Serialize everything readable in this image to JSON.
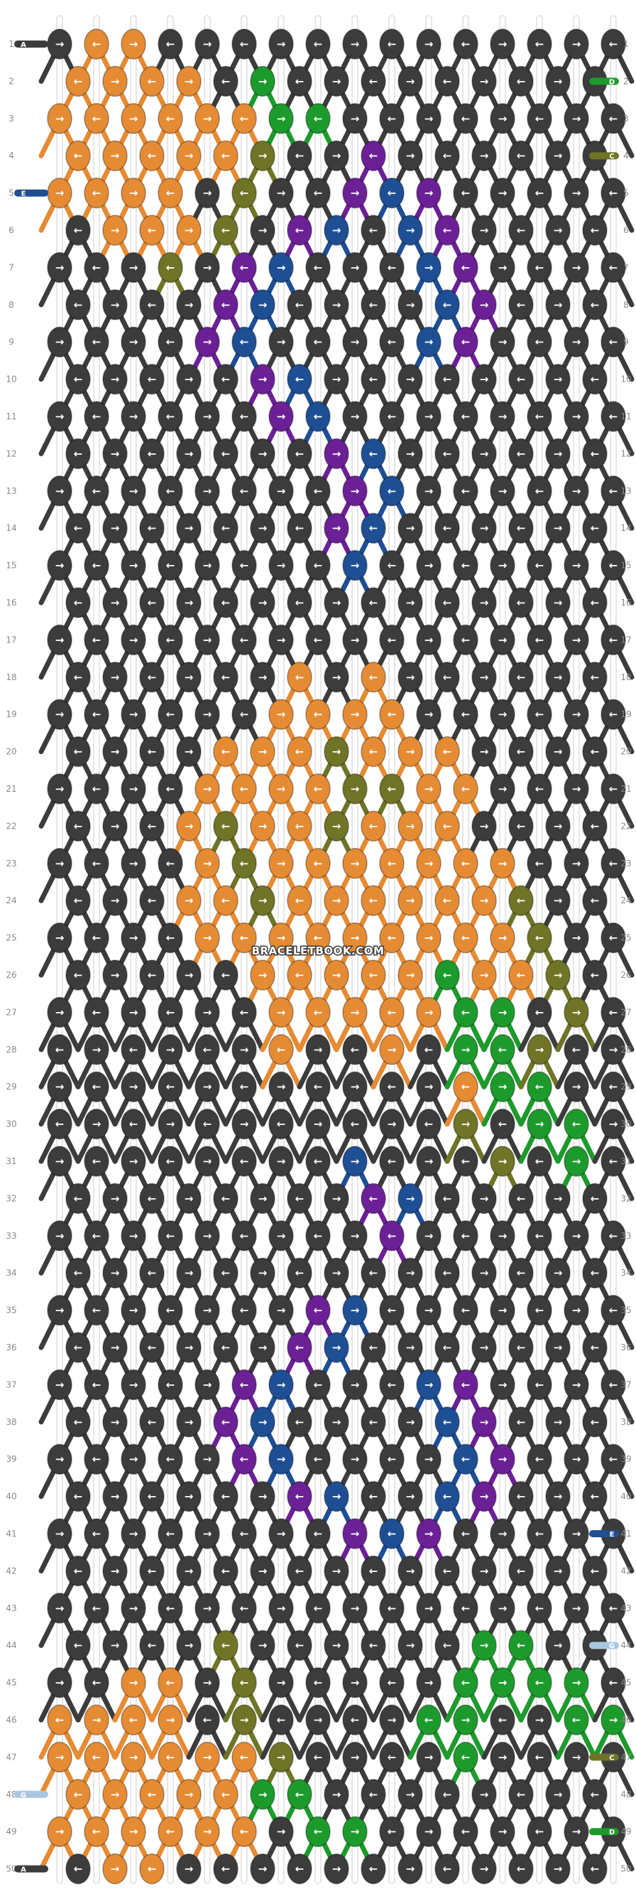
{
  "watermark": "BRACELETBOOK.COM",
  "rows": 50,
  "columns": 16,
  "colors": {
    "background_knot": "#3c3c3c",
    "orange": "#e58b34",
    "green": "#1d9a2c",
    "olive": "#6f7426",
    "purple": "#6c2096",
    "blue": "#1e4f94",
    "lightblue": "#a8c6e0"
  },
  "strand_markers_left": [
    {
      "row": 1,
      "letter": "A",
      "color": "background_knot"
    },
    {
      "row": 5,
      "letter": "E",
      "color": "blue"
    },
    {
      "row": 48,
      "letter": "G",
      "color": "lightblue"
    },
    {
      "row": 50,
      "letter": "A",
      "color": "background_knot"
    }
  ],
  "strand_markers_right": [
    {
      "row": 2,
      "letter": "D",
      "color": "green"
    },
    {
      "row": 4,
      "letter": "C",
      "color": "olive"
    },
    {
      "row": 41,
      "letter": "E",
      "color": "blue"
    },
    {
      "row": 44,
      "letter": "G",
      "color": "lightblue"
    },
    {
      "row": 47,
      "letter": "C",
      "color": "olive"
    },
    {
      "row": 49,
      "letter": "D",
      "color": "green"
    }
  ],
  "knot_rows": [
    "GOOGGGGGGGGGGGGG",
    "OOOOGLGGGGGGGGG",
    "OOOOOOLLGGGGGGGG",
    "OOOOOCGGPGGGGGG",
    "OOOOGCGGPBPGGGGG",
    "GOOOCGPBGBPGGGG",
    "GGGCGPBGGGBPGGGG",
    "GGGGPBGGGGBPGGG",
    "GGGGPBGGGGBPGGGG",
    "GGGGGPBGGGGGGGG",
    "GGGGGGPBGGGGGGGG",
    "GGGGGGGPBGGGGGG",
    "GGGGGGGGPBGGGGGG",
    "GGGGGGGPBGGGGGG",
    "GGGGGGGGBGGGGGGG",
    "GGGGGGGGGGGGGGG",
    "GGGGGGGGGGGGGGGG",
    "GGGGGGOGOGGGGGG",
    "GGGGGGOOOOGGGGGG",
    "GGGGOOOCOOOGGGG",
    "GGGGOOOOCCOOGGGG",
    "GGGOCOOCOOOGGGG",
    "GGGGOCOOOOOOOGGG",
    "GGGOOCOOOOOOCGG",
    "GGGGOOOOOOOOOCGG",
    "GGGGGOOOOOLOOCG",
    "GGGGGGOOOOOLLGCG",
    "GGGGGGOGGOGLLCGG",
    "GGGGGGGGGGGOLLGG",
    "GGGGGGGGGGGCGLLG",
    "GGGGGGGGBGGGCGLG",
    "GGGGGGGGPBGGGGG",
    "GGGGGGGGGPGGGGGG",
    "GGGGGGGGGGGGGGG",
    "GGGGGGGPBGGGGGGG",
    "GGGGGGPBGGGGGGG",
    "GGGGGPBGGGBPGGGG",
    "GGGGPBGGGGBPGGG",
    "GGGGGPBGGGGBPGGG",
    "GGGGGGPBGGBPGGG",
    "GGGGGGGGPBPGGGGG",
    "GGGGGGGGGGGGGGG",
    "GGGGGGGGGGGGGGGG",
    "GGGGCGGGGGGLLGG",
    "GGOOGCGGGGGLLLLG",
    "OOOOGCGGGGLLGGLL",
    "OOOOOOCGGGGLGGGG",
    "OOOOOLLGGGGGGGG",
    "OOOOOOGLLGGGGGGG",
    "GOOGGGGGGGGGGGG"
  ]
}
